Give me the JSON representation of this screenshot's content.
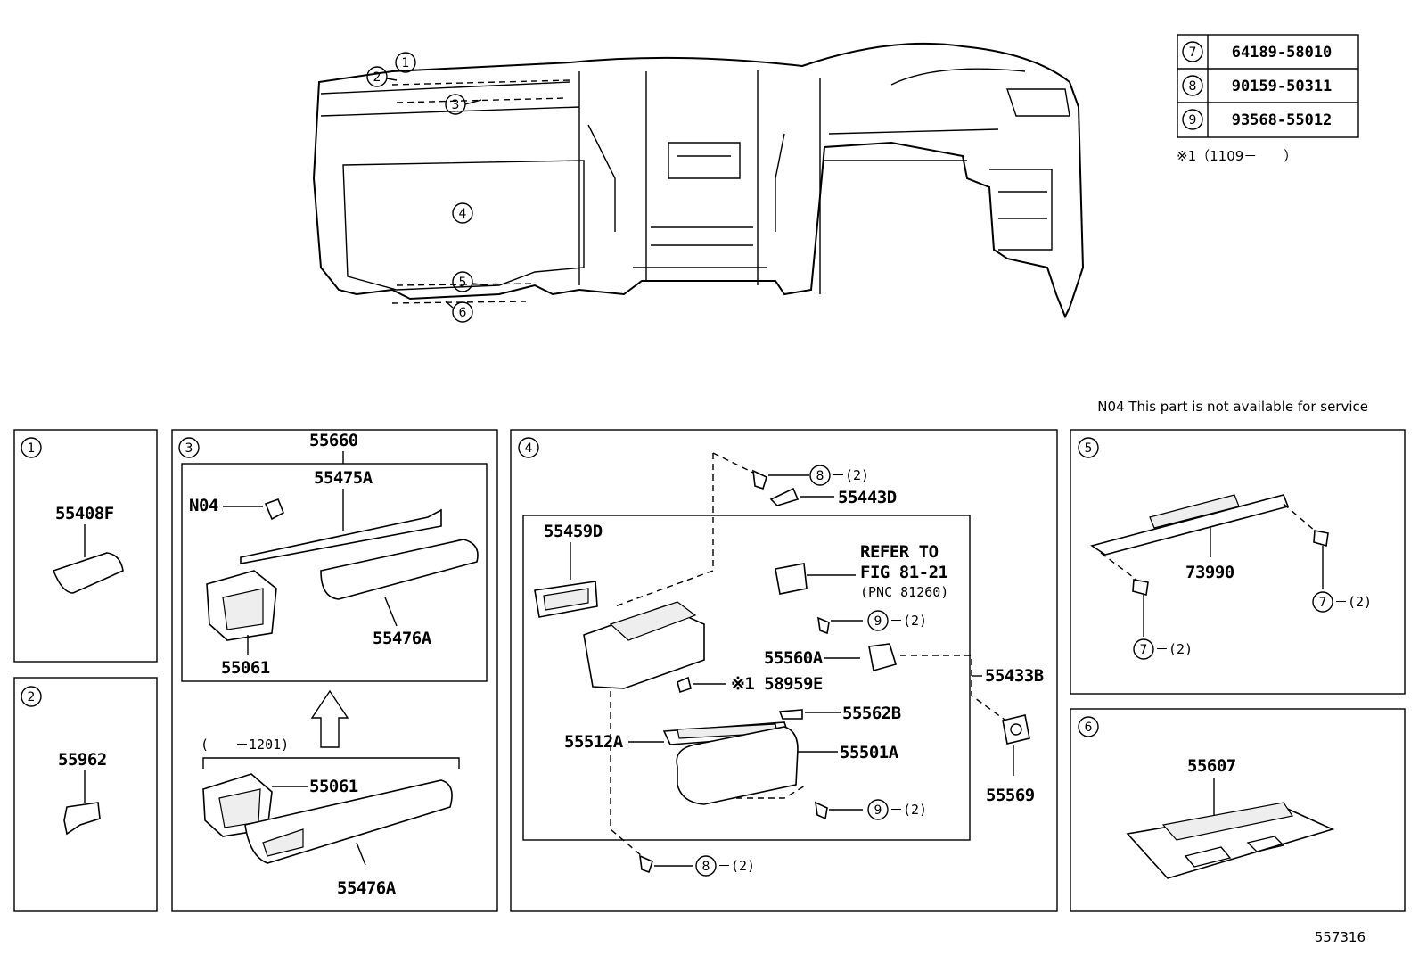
{
  "reference_table": [
    {
      "num": "7",
      "part": "64189-58010"
    },
    {
      "num": "8",
      "part": "90159-50311"
    },
    {
      "num": "9",
      "part": "93568-55012"
    }
  ],
  "note_date_range": "※1（1109－　　）",
  "overview_callouts": [
    "1",
    "2",
    "3",
    "4",
    "5",
    "6"
  ],
  "availability_note": "N04 This part is not available for service",
  "diagram_id": "557316",
  "box1": {
    "num": "1",
    "part": "55408F"
  },
  "box2": {
    "num": "2",
    "part": "55962"
  },
  "box3": {
    "num": "3",
    "top_label": "55660",
    "inner_label": "55475A",
    "n04_label": "N04",
    "vent_label": "55061",
    "panel_label": "55476A",
    "date_range": "(　　－1201)",
    "lower_vent_label": "55061",
    "lower_panel_label": "55476A"
  },
  "box4": {
    "num": "4",
    "labels": {
      "p55459D": "55459D",
      "p55443D": "55443D",
      "refer1": "REFER TO",
      "refer2": "FIG 81-21",
      "refer3": "(PNC 81260)",
      "p55560A": "55560A",
      "p55433B": "55433B",
      "p58959E": "※1 58959E",
      "p55562B": "55562B",
      "p55512A": "55512A",
      "p55501A": "55501A",
      "p55569": "55569",
      "q8a": "8",
      "q8a_count": "－(2)",
      "q9a": "9",
      "q9a_count": "－(2)",
      "q9b": "9",
      "q9b_count": "－(2)",
      "q8b": "8",
      "q8b_count": "－(2)"
    }
  },
  "box5": {
    "num": "5",
    "part": "73990",
    "q7a": "7",
    "q7a_count": "－(2)",
    "q7b": "7",
    "q7b_count": "－(2)"
  },
  "box6": {
    "num": "6",
    "part": "55607"
  }
}
